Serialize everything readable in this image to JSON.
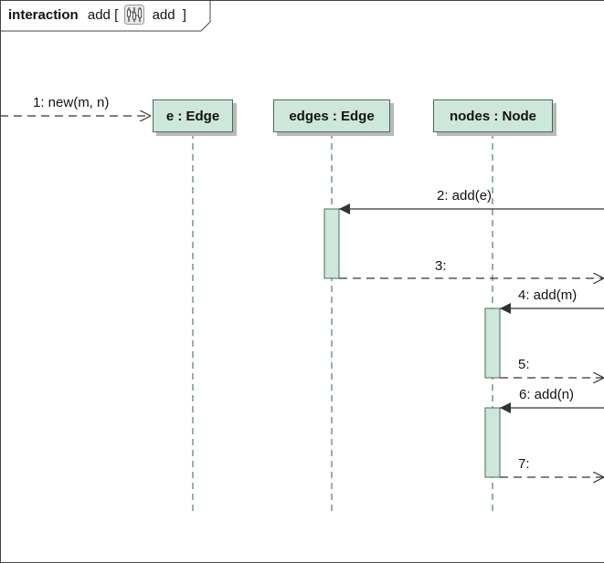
{
  "frame": {
    "keyword": "interaction",
    "name": "add",
    "bracket_open": "[",
    "ref_name": "add",
    "bracket_close": "]",
    "ref_icon": "interaction-diagram-icon"
  },
  "lifelines": [
    {
      "id": "e",
      "label": "e : Edge"
    },
    {
      "id": "edges",
      "label": "edges : Edge"
    },
    {
      "id": "nodes",
      "label": "nodes : Node"
    }
  ],
  "messages": [
    {
      "label": "1: new(m, n)",
      "kind": "create",
      "from": "gate",
      "to": "e"
    },
    {
      "label": "2: add(e)",
      "kind": "sync",
      "from": "gate",
      "to": "edges"
    },
    {
      "label": "3:",
      "kind": "reply",
      "from": "edges",
      "to": "gate"
    },
    {
      "label": "4: add(m)",
      "kind": "sync",
      "from": "gate",
      "to": "nodes"
    },
    {
      "label": "5:",
      "kind": "reply",
      "from": "nodes",
      "to": "gate"
    },
    {
      "label": "6: add(n)",
      "kind": "sync",
      "from": "gate",
      "to": "nodes"
    },
    {
      "label": "7:",
      "kind": "reply",
      "from": "nodes",
      "to": "gate"
    }
  ],
  "colors": {
    "lifeline_fill": "#cde7da",
    "lifeline_border": "#3f6f5b",
    "line": "#2f5f55",
    "arrow": "#333333"
  }
}
